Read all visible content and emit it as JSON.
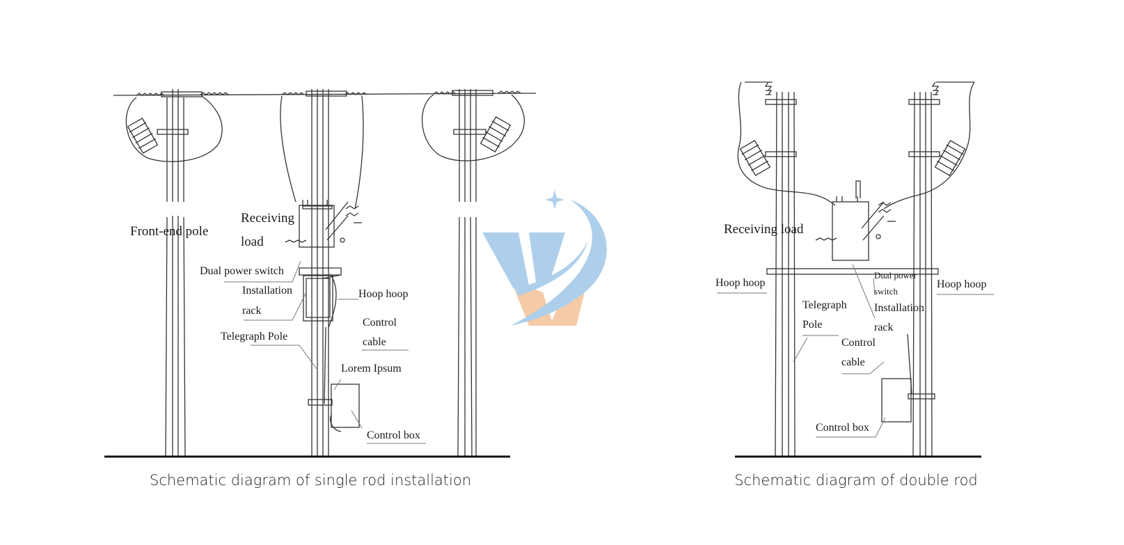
{
  "single": {
    "caption": "Schematic diagram of single rod installation",
    "labels": {
      "front_end_pole": "Front-end pole",
      "receiving_load_1": "Receiving",
      "receiving_load_2": "load",
      "dual_power_switch": "Dual power switch",
      "installation_rack_1": "Installation",
      "installation_rack_2": "rack",
      "hoop_hoop": "Hoop hoop",
      "control_cable_1": "Control",
      "control_cable_2": "cable",
      "telegraph_pole": "Telegraph Pole",
      "lorem_ipsum": "Lorem Ipsum",
      "control_box": "Control box"
    }
  },
  "double": {
    "caption": "Schematic diagram of double rod",
    "labels": {
      "receiving_load": "Receiving load",
      "hoop_hoop_left": "Hoop hoop",
      "hoop_hoop_right": "Hoop hoop",
      "dual_power_1": "Dual power",
      "dual_power_2": "switch",
      "telegraph_1": "Telegraph",
      "telegraph_2": "Pole",
      "installation_1": "Installation",
      "installation_2": "rack",
      "control_cable_1": "Control",
      "control_cable_2": "cable",
      "control_box": "Control box"
    }
  },
  "watermark": {
    "icon": "brand-w-logo-icon",
    "colors": {
      "blue": "#a9cdea",
      "orange": "#f5c9a3"
    }
  }
}
